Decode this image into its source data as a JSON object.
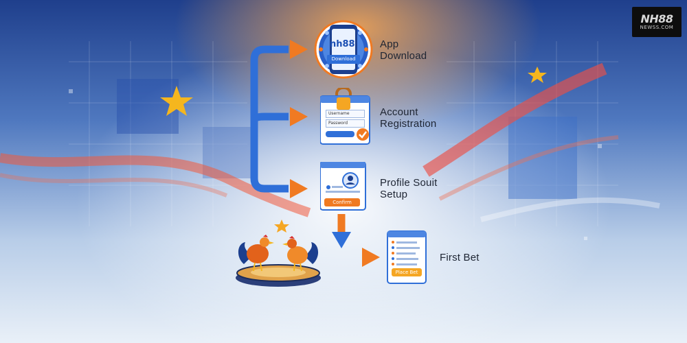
{
  "logo": {
    "text": "NH88",
    "subtext": "NEWSS.COM"
  },
  "steps": [
    {
      "label_lines": [
        "App",
        "Download"
      ],
      "brand_text": "nh88",
      "button_text": "Download"
    },
    {
      "label_lines": [
        "Account",
        "Registration"
      ],
      "field1": "Username",
      "field2": "Password"
    },
    {
      "label_lines": [
        "Profile Souit",
        "Setup"
      ],
      "button_text": "Confirm"
    },
    {
      "label_lines": [
        "First Bet"
      ],
      "button_text": "Place Bet"
    }
  ],
  "colors": {
    "accent_orange": "#f07a22",
    "connector_blue": "#2f6fd8",
    "label_text": "#1e2533"
  }
}
